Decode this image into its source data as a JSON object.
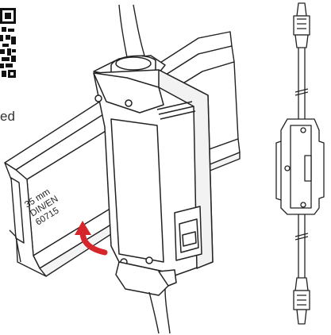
{
  "header": {
    "cut_word": "ed"
  },
  "rail_label": {
    "lines": [
      "35 mm",
      "DIN/EN",
      "60715"
    ]
  },
  "colors": {
    "stroke": "#222222",
    "arrow": "#d7262b",
    "face": "#ffffff"
  },
  "icons": {
    "qr": "qr-code-icon",
    "arrow": "curved-arrow-icon"
  }
}
